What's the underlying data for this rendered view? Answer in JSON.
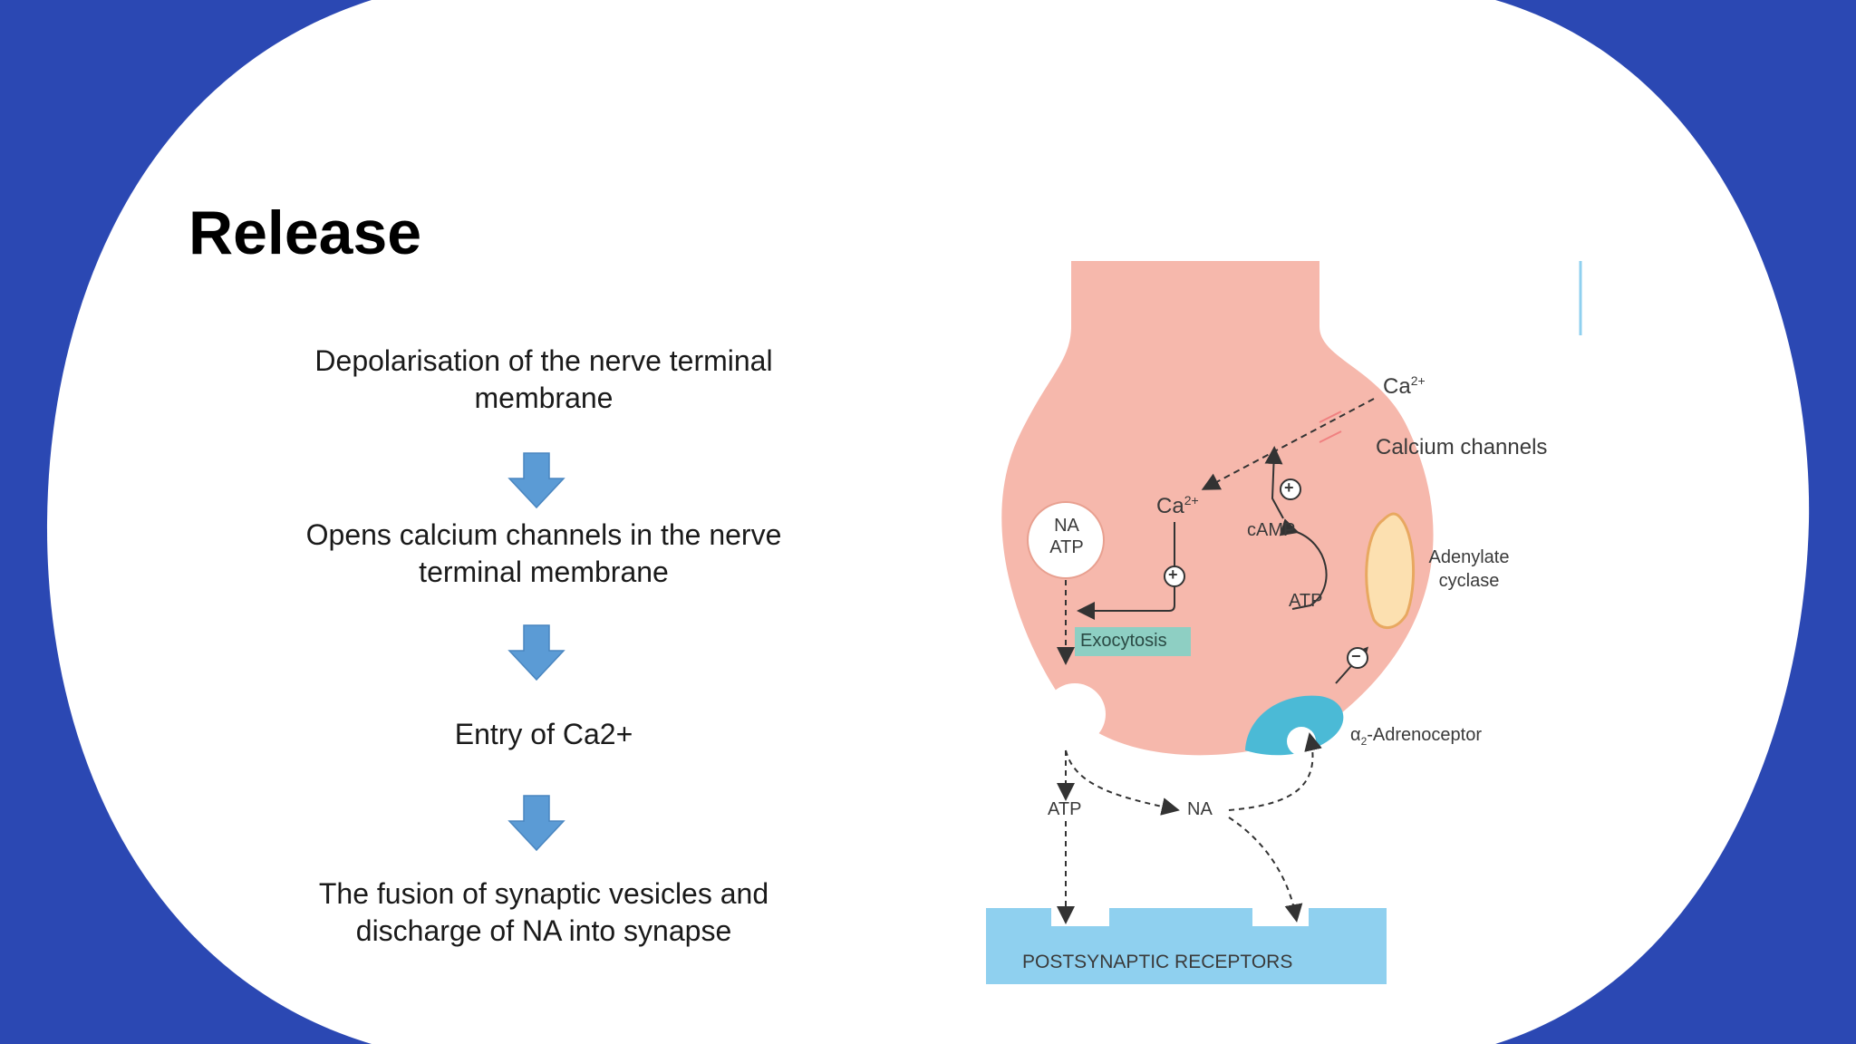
{
  "slide": {
    "title": "Release",
    "colors": {
      "background": "#2b48b3",
      "panel": "#ffffff",
      "arrow": "#5b9bd5",
      "terminal": "#f6b8ac",
      "receptor_bar": "#8fd0ef",
      "exocytosis_box": "#8ecfc3",
      "adrenoceptor": "#4bbad6"
    }
  },
  "flow": {
    "step1_line1": "Depolarisation of the nerve terminal",
    "step1_line2": "membrane",
    "step2_line1": "Opens calcium channels in the nerve",
    "step2_line2": "terminal membrane",
    "step3": "Entry of Ca2+",
    "step4_line1": "The fusion of synaptic vesicles and",
    "step4_line2": "discharge of NA into synapse",
    "arrow_icon": "down-arrow-icon"
  },
  "diagram": {
    "ca_outside": "Ca",
    "ca_outside_sup": "2+",
    "calcium_channels": "Calcium channels",
    "ca_inside": "Ca",
    "ca_inside_sup": "2+",
    "vesicle_line1": "NA",
    "vesicle_line2": "ATP",
    "camp": "cAMP",
    "atp_inside": "ATP",
    "adenylate_line1": "Adenylate",
    "adenylate_line2": "cyclase",
    "exocytosis": "Exocytosis",
    "alpha": "α",
    "alpha_sub": "2",
    "adrenoceptor": "-Adrenoceptor",
    "atp_released": "ATP",
    "na_released": "NA",
    "postsynaptic": "POSTSYNAPTIC RECEPTORS",
    "plus_sign": "+",
    "minus_sign": "−"
  }
}
